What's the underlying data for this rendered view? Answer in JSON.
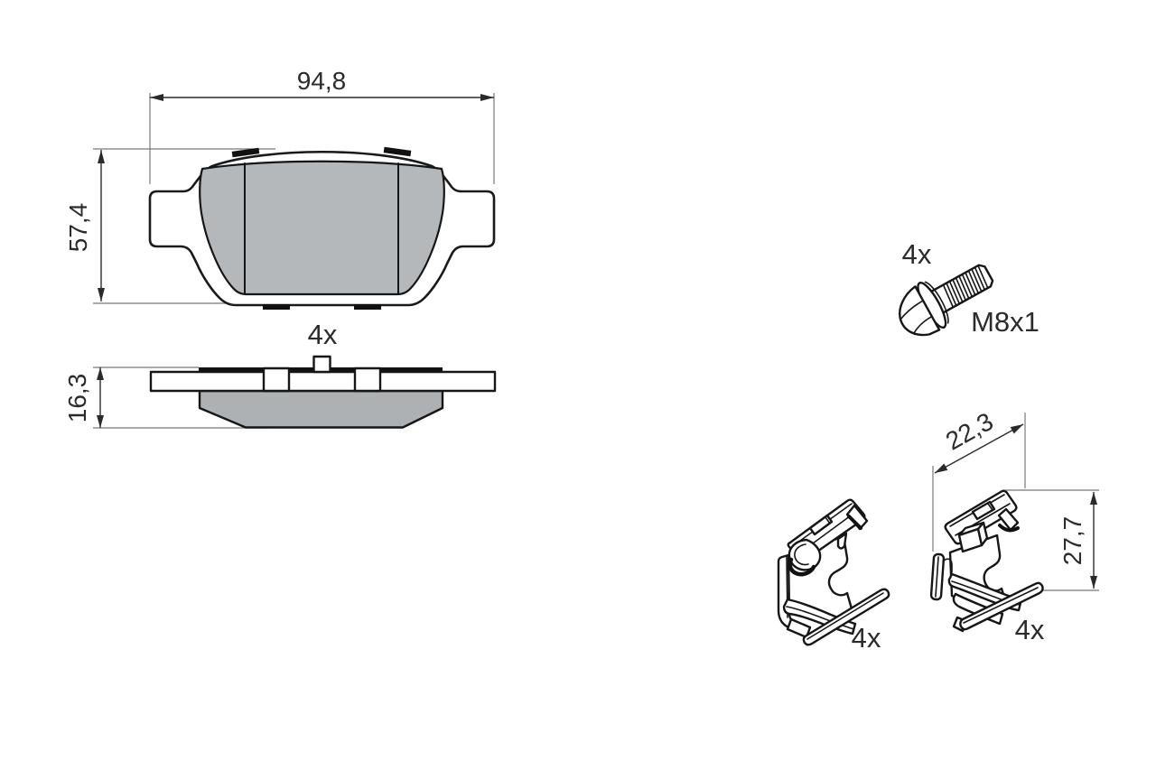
{
  "drawing": {
    "title": "brake-pad-set-technical-drawing",
    "labels": {
      "pad_width": "94,8",
      "pad_height": "57,4",
      "pad_qty": "4x",
      "pad_thickness": "16,3",
      "bolt_qty": "4x",
      "bolt_thread": "M8x1",
      "clip_left_qty": "4x",
      "clip_right_qty": "4x",
      "clip_width": "22,3",
      "clip_height": "27,7"
    },
    "colors": {
      "line": "#1a1a1a",
      "dim_text": "#2b2b2b",
      "ext_line": "#787878",
      "friction_front": "#b4b8bb",
      "friction_side": "#adb1b4",
      "background": "#ffffff"
    }
  }
}
